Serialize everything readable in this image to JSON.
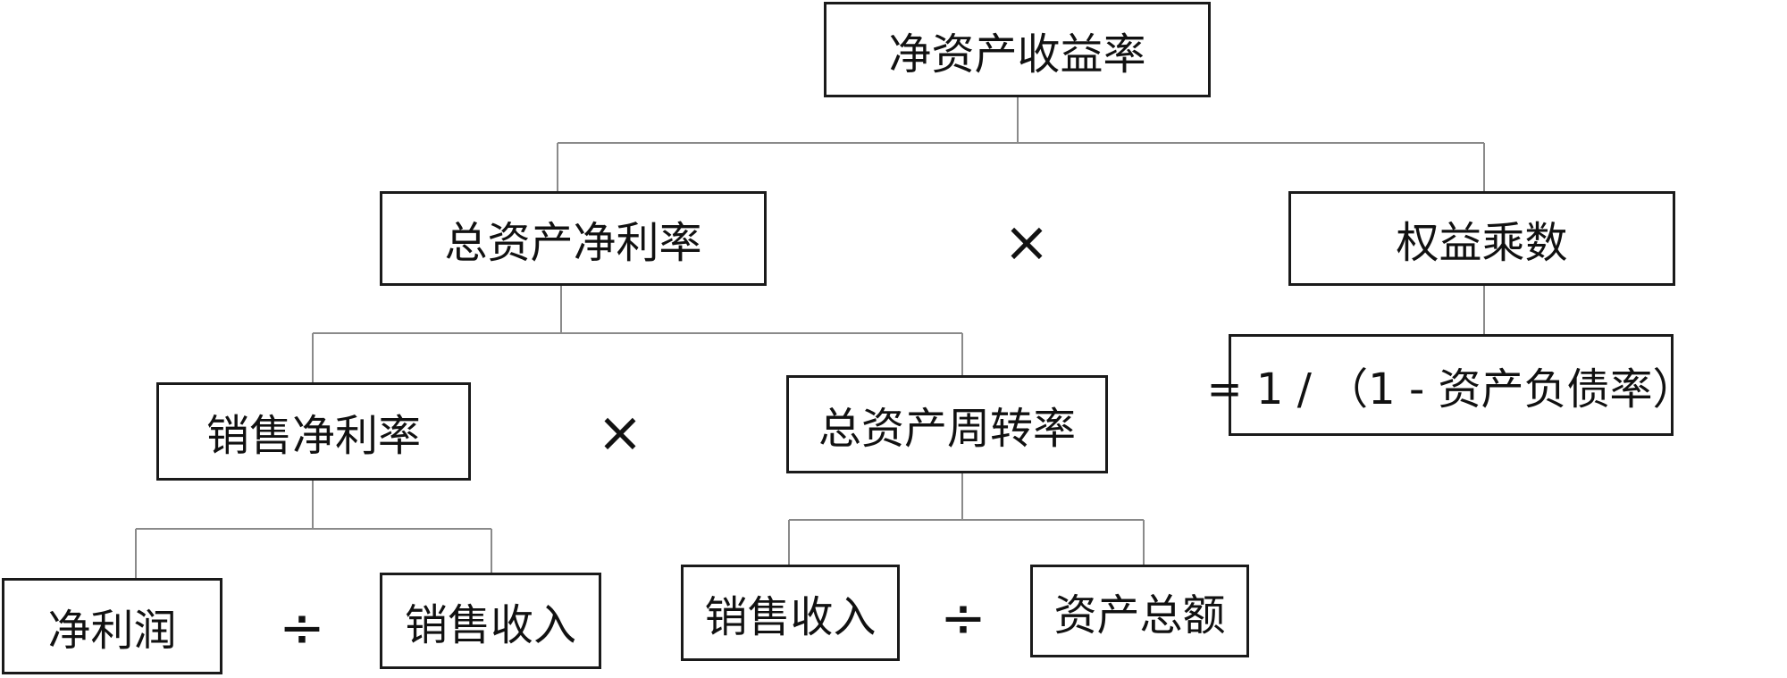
{
  "nodes": {
    "roe": "净资产收益率",
    "roa": "总资产净利率",
    "equity_multiplier": "权益乘数",
    "equity_multiplier_formula": "= 1 / （1 - 资产负债率）",
    "net_profit_margin": "销售净利率",
    "asset_turnover": "总资产周转率",
    "net_profit": "净利润",
    "sales_revenue_a": "销售收入",
    "sales_revenue_b": "销售收入",
    "total_assets": "资产总额"
  },
  "operators": {
    "roa_times_em": "×",
    "npm_times_at": "×",
    "np_div_sales": "÷",
    "sales_div_assets": "÷"
  },
  "colors": {
    "box_border": "#1a1a1a",
    "connector": "#8a8a8a",
    "text": "#111111"
  }
}
